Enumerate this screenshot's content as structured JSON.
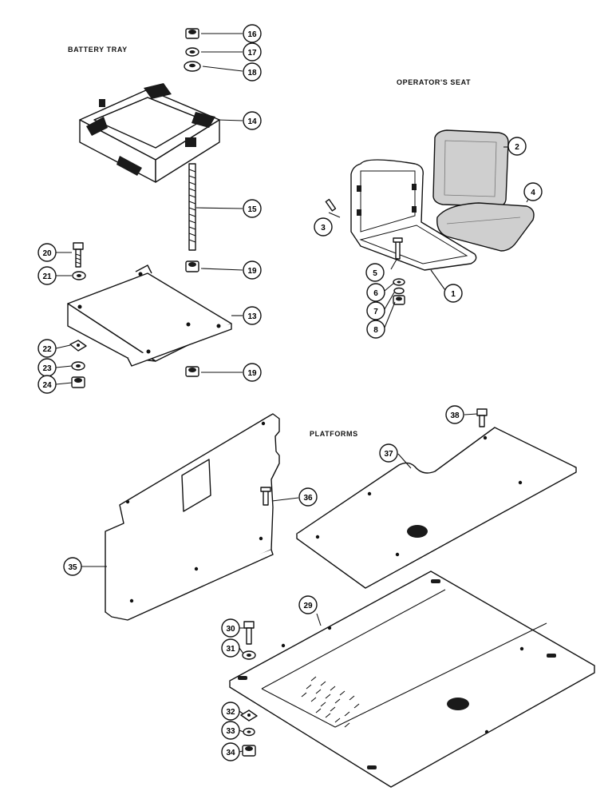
{
  "sections": {
    "battery_tray": "BATTERY TRAY",
    "operator_seat": "OPERATOR'S SEAT",
    "platforms": "PLATFORMS"
  },
  "callouts": {
    "c1": "1",
    "c2": "2",
    "c3": "3",
    "c4": "4",
    "c5": "5",
    "c6": "6",
    "c7": "7",
    "c8": "8",
    "c13": "13",
    "c14": "14",
    "c15": "15",
    "c16": "16",
    "c17": "17",
    "c18": "18",
    "c19a": "19",
    "c19b": "19",
    "c20": "20",
    "c21": "21",
    "c22": "22",
    "c23": "23",
    "c24": "24",
    "c29": "29",
    "c30": "30",
    "c31": "31",
    "c32": "32",
    "c33": "33",
    "c34": "34",
    "c35": "35",
    "c36": "36",
    "c37": "37",
    "c38": "38"
  }
}
